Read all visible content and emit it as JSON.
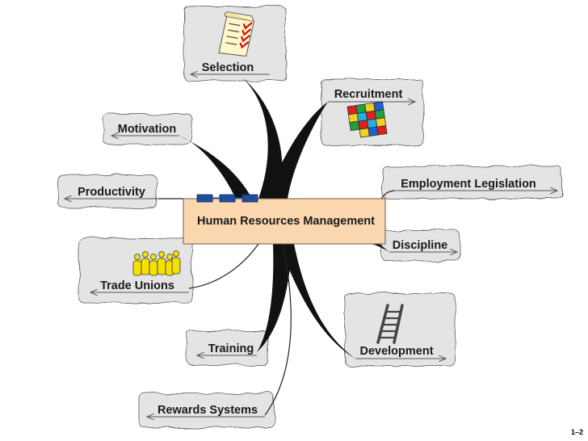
{
  "central": {
    "label": "Human Resources Management"
  },
  "branches": [
    {
      "id": "selection",
      "label": "Selection",
      "icon": "checklist-icon"
    },
    {
      "id": "recruitment",
      "label": "Recruitment",
      "icon": "puzzle-icon"
    },
    {
      "id": "motivation",
      "label": "Motivation"
    },
    {
      "id": "employment-legislation",
      "label": "Employment Legislation"
    },
    {
      "id": "productivity",
      "label": "Productivity"
    },
    {
      "id": "discipline",
      "label": "Discipline"
    },
    {
      "id": "trade-unions",
      "label": "Trade Unions",
      "icon": "people-group-icon"
    },
    {
      "id": "development",
      "label": "Development",
      "icon": "ladder-icon"
    },
    {
      "id": "training",
      "label": "Training"
    },
    {
      "id": "rewards-systems",
      "label": "Rewards Systems"
    }
  ],
  "footer": {
    "slide_number": "1–2"
  },
  "colors": {
    "central_fill": "#fbd7b0",
    "central_border": "#6b5a4a",
    "tab_blue": "#1f4e9c",
    "cloud_fill": "#e4e4e4",
    "connector": "#111111"
  }
}
